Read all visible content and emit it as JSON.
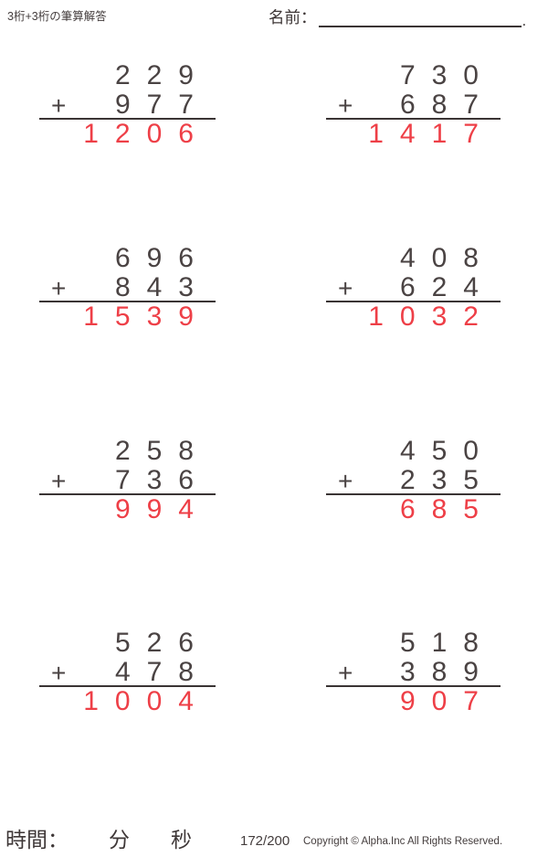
{
  "header": {
    "title": "3桁+3桁の筆算解答",
    "name_label": "名前：",
    "name_suffix": "."
  },
  "operator": "+",
  "problems": [
    {
      "addend1": "229",
      "addend2": "977",
      "answer": "1206"
    },
    {
      "addend1": "730",
      "addend2": "687",
      "answer": "1417"
    },
    {
      "addend1": "696",
      "addend2": "843",
      "answer": "1539"
    },
    {
      "addend1": "408",
      "addend2": "624",
      "answer": "1032"
    },
    {
      "addend1": "258",
      "addend2": "736",
      "answer": "994"
    },
    {
      "addend1": "450",
      "addend2": "235",
      "answer": "685"
    },
    {
      "addend1": "526",
      "addend2": "478",
      "answer": "1004"
    },
    {
      "addend1": "518",
      "addend2": "389",
      "answer": "907"
    }
  ],
  "footer": {
    "time_label": "時間：",
    "minutes_label": "分",
    "seconds_label": "秒",
    "page_number": "172/200",
    "copyright": "Copyright © Alpha.Inc All Rights Reserved."
  },
  "colors": {
    "answer_red": "#ee3f47",
    "text_dark": "#4a4343",
    "rule_line": "#3a3434"
  }
}
